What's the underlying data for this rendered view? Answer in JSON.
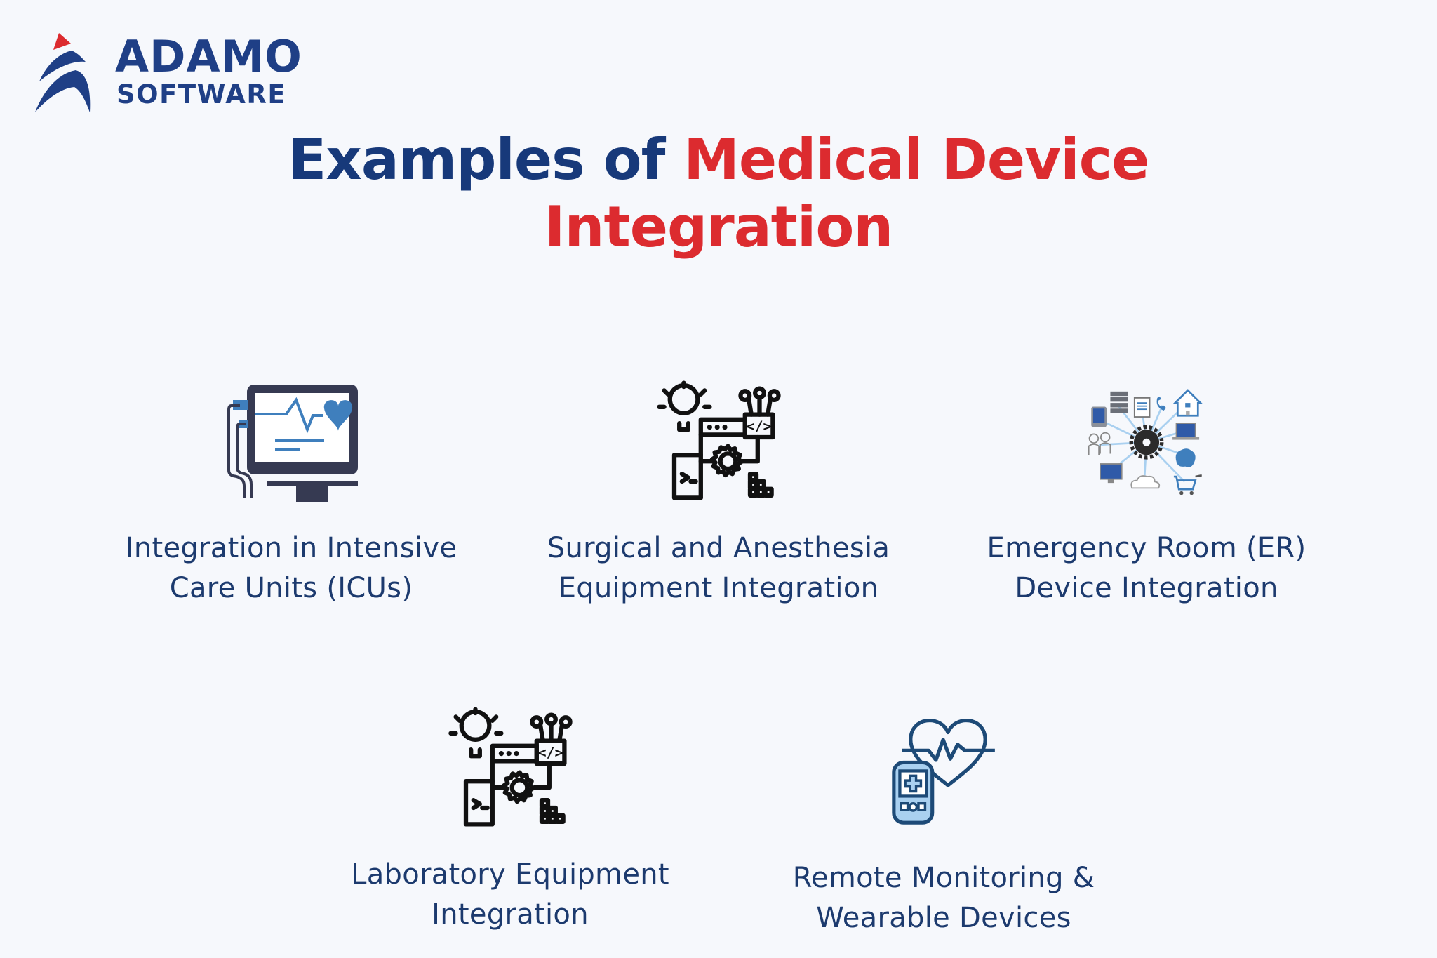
{
  "brand": {
    "name_line1": "ADAMO",
    "name_line2": "SOFTWARE",
    "colors": {
      "primary": "#1f3f86",
      "accent": "#dc2b2f"
    }
  },
  "title": {
    "part1": "Examples of",
    "part2": "Medical Device",
    "part3": "Integration",
    "colors": {
      "dark": "#17397a",
      "highlight": "#dc2b2f"
    }
  },
  "items": [
    {
      "icon": "patient-monitor-icon",
      "line1": "Integration in Intensive",
      "line2": "Care Units (ICUs)"
    },
    {
      "icon": "system-integration-icon",
      "line1": "Surgical and Anesthesia",
      "line2": "Equipment Integration"
    },
    {
      "icon": "connected-network-icon",
      "line1": "Emergency Room (ER)",
      "line2": "Device Integration"
    },
    {
      "icon": "system-integration-icon",
      "line1": "Laboratory Equipment",
      "line2": "Integration"
    },
    {
      "icon": "wearable-heart-monitor-icon",
      "line1": "Remote Monitoring &",
      "line2": "Wearable Devices"
    }
  ],
  "colors": {
    "background": "#f6f8fc",
    "label_text": "#1c3a6e",
    "icon_dark": "#363a52",
    "icon_blue": "#3f7fbd",
    "icon_light_blue": "#a9d0f0"
  }
}
